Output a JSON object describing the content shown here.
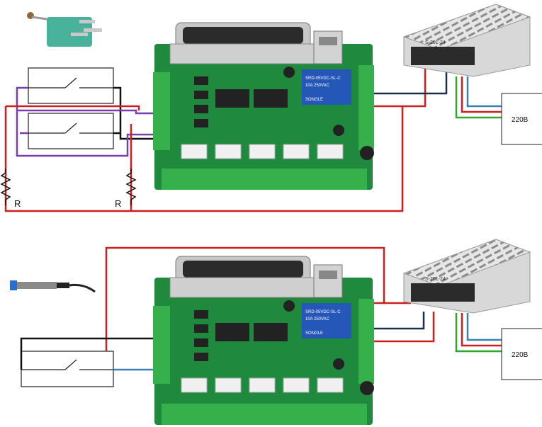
{
  "top": {
    "resistor_label_left": "R",
    "resistor_label_right": "R",
    "mains_label": "220В",
    "psu_model": "S-201-24"
  },
  "bottom": {
    "mains_label": "220В",
    "psu_model": "S-201-24"
  },
  "board": {
    "relay_line1": "SRD-05VDC-SL-C",
    "relay_line2": "10A 250VAC",
    "relay_brand": "SONGLE"
  },
  "colors": {
    "wire_red": "#cc1f1f",
    "wire_black": "#111111",
    "wire_purple": "#7a3fa6",
    "wire_blue": "#3a7fb6",
    "wire_green": "#2ea62e",
    "pcb_green": "#1f8a3d",
    "terminal_green": "#35b04a",
    "psu_silver": "#d8d8d8",
    "relay_blue": "#2457b8"
  }
}
